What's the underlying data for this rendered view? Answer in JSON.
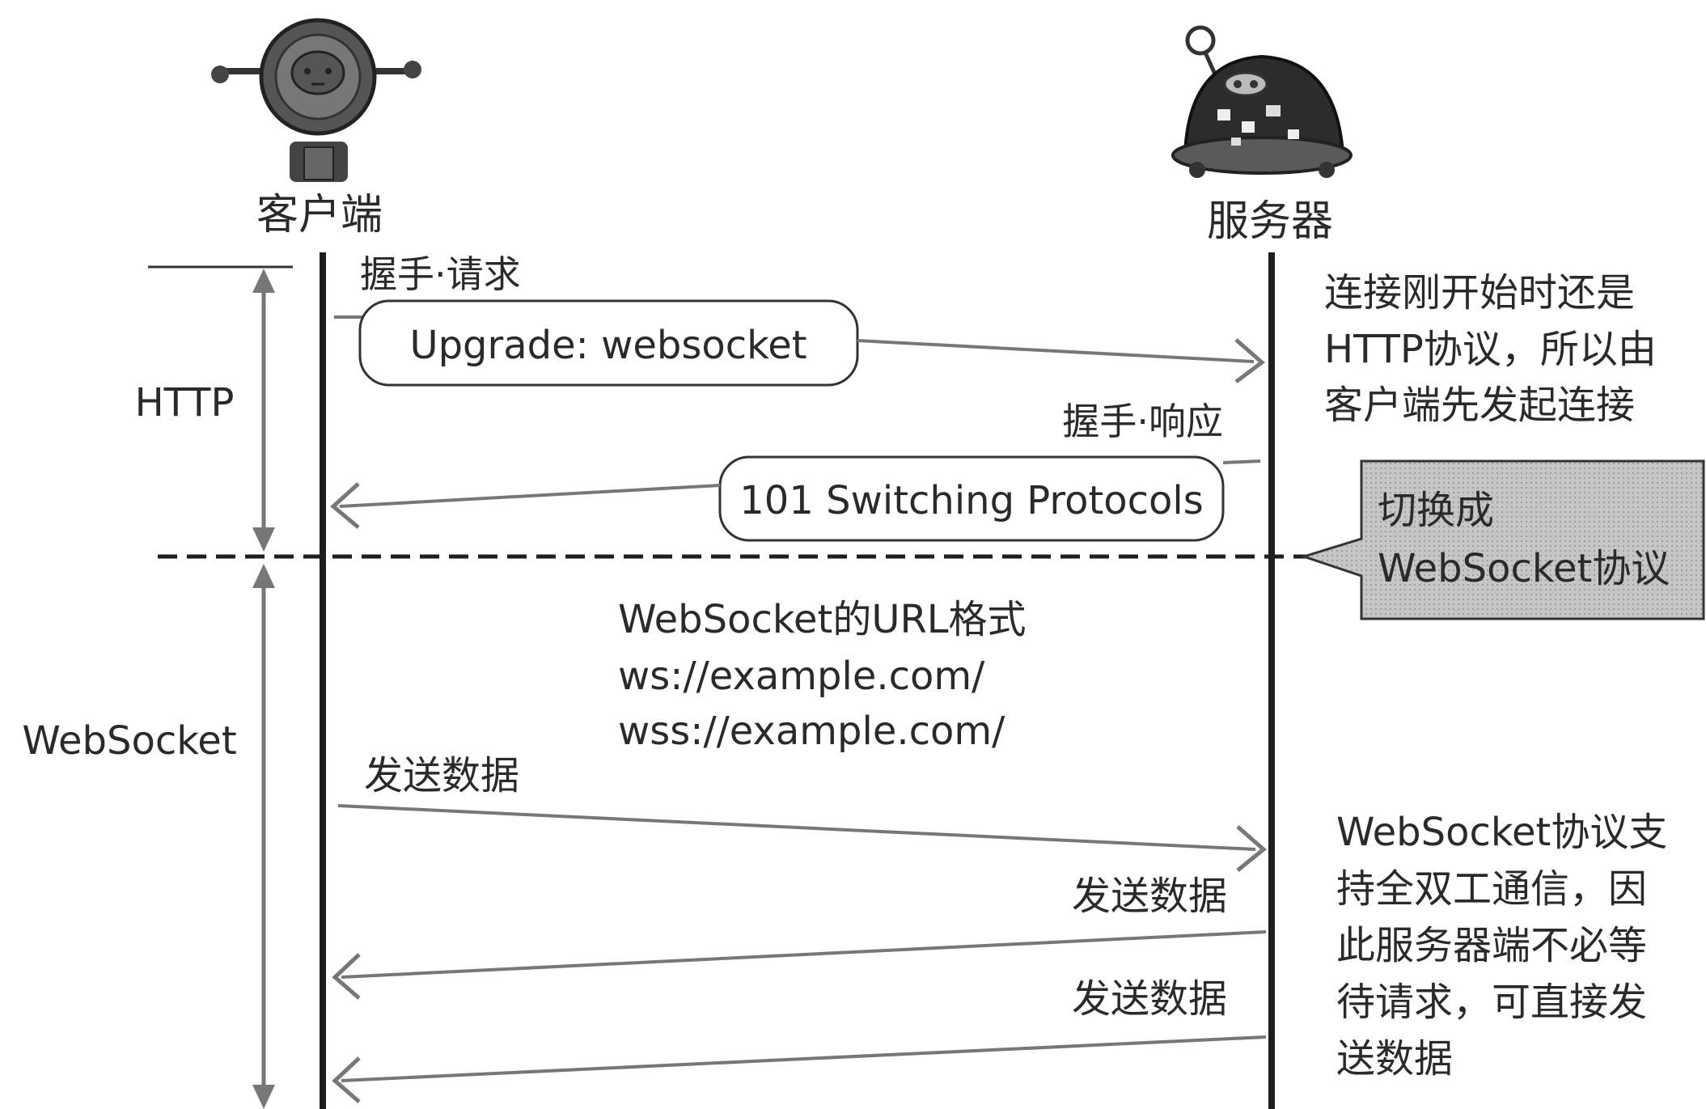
{
  "participants": {
    "client": "客户端",
    "server": "服务器"
  },
  "phases": {
    "http": "HTTP",
    "websocket": "WebSocket"
  },
  "messages": {
    "handshake_request_title": "握手·请求",
    "handshake_request_body": "Upgrade: websocket",
    "handshake_response_title": "握手·响应",
    "handshake_response_body": "101 Switching Protocols",
    "send_data_1": "发送数据",
    "send_data_2": "发送数据",
    "send_data_3": "发送数据"
  },
  "url_format": {
    "title": "WebSocket的URL格式",
    "ws": "ws://example.com/",
    "wss": "wss://example.com/"
  },
  "notes": {
    "http_start": [
      "连接刚开始时还是",
      "HTTP协议，所以由",
      "客户端先发起连接"
    ],
    "switch_callout": [
      "切换成",
      "WebSocket协议"
    ],
    "full_duplex": [
      "WebSocket协议支",
      "持全双工通信，因",
      "此服务器端不必等",
      "待请求，可直接发",
      "送数据"
    ]
  },
  "colors": {
    "line": "#1e1e1e",
    "arrow_gray": "#777777",
    "callout_fill": "#c8c8c8",
    "text": "#2a2a2a"
  },
  "icons": {
    "client": "round-robot-icon",
    "server": "dome-robot-icon"
  }
}
